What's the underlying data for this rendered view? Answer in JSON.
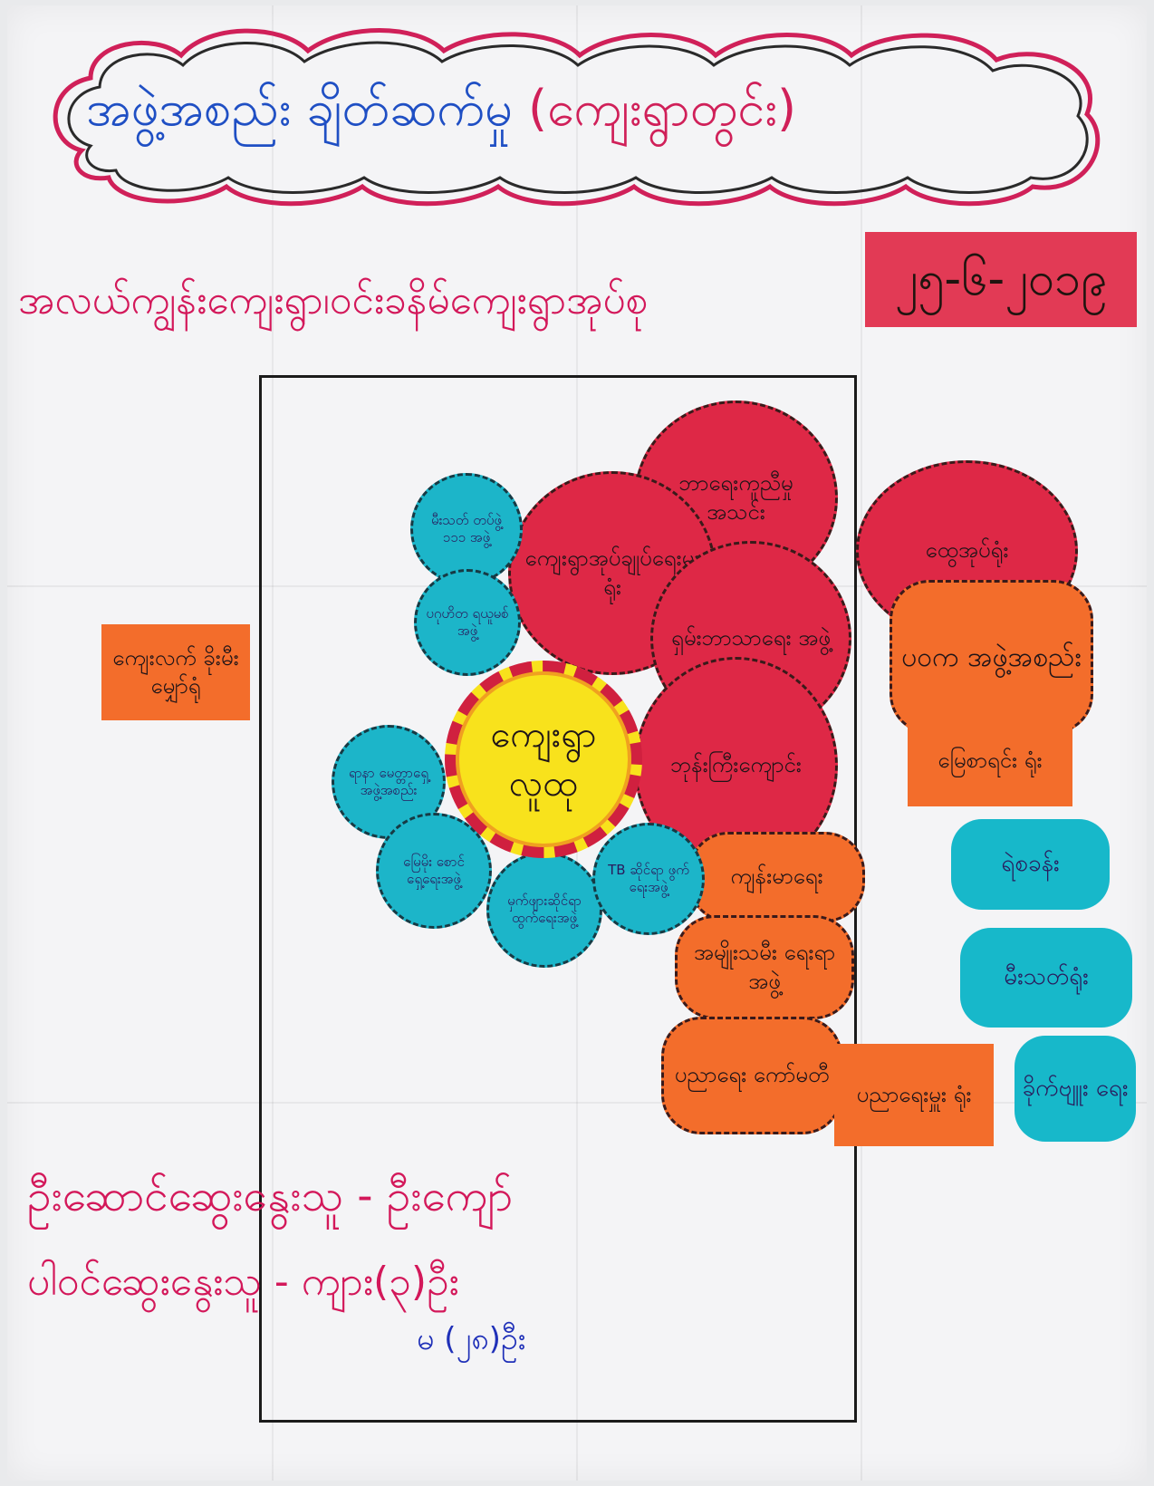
{
  "title": {
    "main": "အဖွဲ့အစည်း ချိတ်ဆက်မှု",
    "paren": "(ကျေးရွာတွင်း)"
  },
  "subtitle": "အလယ်ကျွန်းကျေးရွာ၊ဝင်းခနိမ်ကျေးရွာအုပ်စု",
  "date": "၂၅-၆-၂၀၁၉",
  "center_label": "ကျေးရွာ လူထု",
  "left_card": "ကျေးလက် ခိုးမီး မျှော်ရုံ",
  "red_nodes": [
    "ကျေးရွာအုပ်ချုပ်ရေးမှူးရုံး",
    "ဘာရေးကူညီမှု အသင်း",
    "ရှမ်းဘာသာရေး အဖွဲ့",
    "ဘုန်းကြီးကျောင်း",
    "ထွေအုပ်ရုံး"
  ],
  "cyan_nodes": [
    "မီးသတ် တပ်ဖွဲ့ ၁၁၁ အဖွဲ့",
    "ပဂုဟိတ ရယူမစ်အဖွဲ့",
    "ရာနာ မေတ္တာရှေ့ အဖွဲ့အစည်း",
    "မြေမိုး စောင် ရှေ့ရေးအဖွဲ့",
    "မှက်ဖျားဆိုင်ရာ ထွက်ရေးအဖွဲ့",
    "TB ဆိုင်ရာ ဖွက်ရေးအဖွဲ့"
  ],
  "orange_nodes": [
    "ပဝက အဖွဲ့အစည်း",
    "မြေစာရင်း ရုံး",
    "ကျန်းမာရေး",
    "အမျိုးသမီး ရေးရာအဖွဲ့",
    "ပညာရေး ကော်မတီ",
    "ပညာရေးမှူး ရုံး"
  ],
  "right_cyan": [
    "ရဲစခန်း",
    "မီးသတ်ရုံး",
    "ခိုက်ဗျူး ရေး"
  ],
  "footer": {
    "line1": "ဦးဆောင်ဆွေးနွေးသူ - ဦးကျော်",
    "line2": "ပါဝင်ဆွေးနွေးသူ - ကျား(၃)ဦး",
    "line3": "မ (၂၈)ဦး"
  },
  "colors": {
    "red": "#de2846",
    "cyan": "#1cb5c9",
    "orange": "#f36d2b",
    "yellow": "#f8e21c",
    "magenta_text": "#d3185a",
    "blue_text": "#1f4fc4"
  }
}
